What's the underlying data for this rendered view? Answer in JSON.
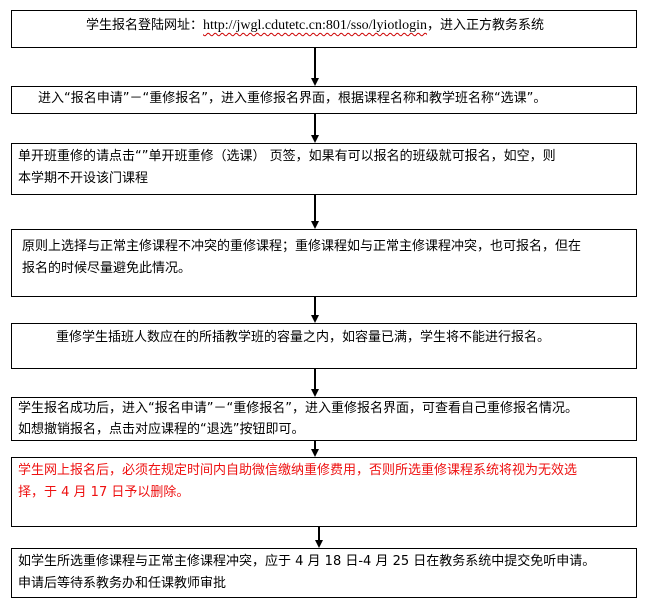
{
  "steps": [
    {
      "text_before": "学生报名登陆网址：",
      "url": "http://jwgl.cdutetc.cn:801/sso/lyiotlogin",
      "text_after": "，进入正方教务系统"
    },
    {
      "text": "进入“报名申请”－“重修报名”，进入重修报名界面，根据课程名称和教学班名称“选课”。"
    },
    {
      "line1": "单开班重修的请点击“”单开班重修（选课） 页签，如果有可以报名的班级就可报名，如空，则",
      "line2": "本学期不开设该门课程"
    },
    {
      "line1": "原则上选择与正常主修课程不冲突的重修课程；重修课程如与正常主修课程冲突，也可报名，但在",
      "line2": "报名的时候尽量避免此情况。"
    },
    {
      "text": "重修学生插班人数应在的所插教学班的容量之内，如容量已满，学生将不能进行报名。"
    },
    {
      "line1": "学生报名成功后，进入“报名申请”－“重修报名”，进入重修报名界面，可查看自己重修报名情况。",
      "line2": "如想撤销报名，点击对应课程的“退选”按钮即可。"
    },
    {
      "line1": "学生网上报名后，必须在规定时间内自助微信缴纳重修费用，否则所选重修课程系统将视为无效选",
      "line2": "择，于 4 月 17 日予以删除。"
    },
    {
      "line1": "如学生所选重修课程与正常主修课程冲突，应于 4 月 18 日-4 月 25 日在教务系统中提交免听申请。",
      "line2": "申请后等待系教务办和任课教师审批"
    }
  ],
  "colors": {
    "border": "#000000",
    "text": "#000000",
    "warning_text": "#ee1111"
  }
}
